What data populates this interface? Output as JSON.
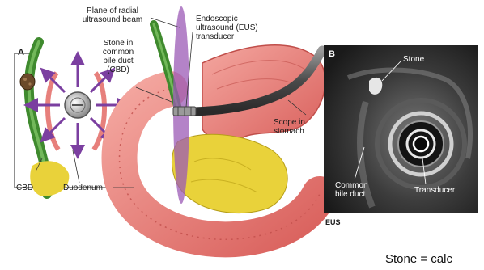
{
  "diagram": {
    "panel_a": "A",
    "panel_b": "B",
    "labels": {
      "plane_beam_1": "Plane of radial",
      "plane_beam_2": "ultrasound beam",
      "eus_1": "Endoscopic",
      "eus_2": "ultrasound (EUS)",
      "eus_3": "transducer",
      "stone_cbd_1": "Stone in",
      "stone_cbd_2": "common",
      "stone_cbd_3": "bile duct",
      "stone_cbd_4": "(CBD)",
      "scope_1": "Scope in",
      "scope_2": "stomach",
      "cbd": "CBD",
      "duodenum": "Duodenum",
      "eus_stone": "Stone",
      "eus_common_1": "Common",
      "eus_common_2": "bile duct",
      "eus_transducer": "Transducer",
      "eus_caption": "EUS"
    },
    "caption": "Stone = calc",
    "colors": {
      "beam": "#9b59b6",
      "arrows": "#7b3fa0",
      "duct": "#3f8a2e",
      "stone": "#6b4a2a",
      "tissue": "#e7807c",
      "fat": "#e9d23a",
      "scope": "#555555"
    }
  }
}
